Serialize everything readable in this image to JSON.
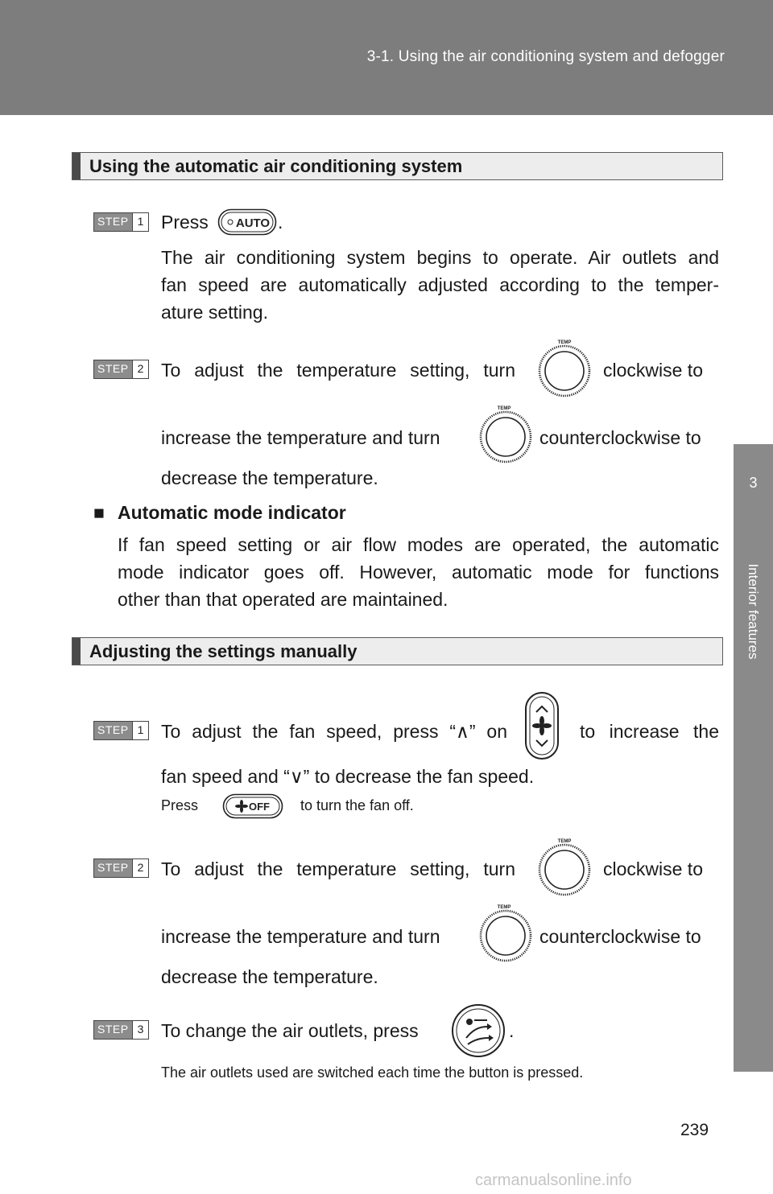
{
  "header": {
    "title": "3-1. Using the air conditioning system and defogger"
  },
  "side_tab": {
    "chapter_number": "3",
    "chapter_label": "Interior features"
  },
  "section1": {
    "title": "Using the automatic air conditioning system",
    "step1": {
      "badge_text": "STEP",
      "badge_num": "1",
      "press": "Press",
      "press_end": ".",
      "button_label": "AUTO",
      "desc": [
        "The air conditioning system begins to operate. Air outlets and",
        "fan speed are automatically adjusted according to the temper-",
        "ature setting."
      ]
    },
    "step2": {
      "badge_text": "STEP",
      "badge_num": "2",
      "line1_a": "To adjust the temperature setting, turn",
      "line1_b": "clockwise to",
      "line2_a": "increase the temperature and turn",
      "line2_b": "counterclockwise to",
      "line3": "decrease the temperature.",
      "knob_label": "TEMP"
    },
    "indicator": {
      "marker": "■",
      "title": "Automatic mode indicator",
      "lines": [
        "If fan speed setting or air flow modes are operated, the automatic",
        "mode indicator goes off. However, automatic mode for functions",
        "other than that operated are maintained."
      ]
    }
  },
  "section2": {
    "title": "Adjusting the settings manually",
    "step1": {
      "badge_text": "STEP",
      "badge_num": "1",
      "line1_a": "To adjust the fan speed, press “∧” on",
      "line1_b": "to increase the",
      "line2": "fan speed and “∨” to decrease the fan speed.",
      "note_a": "Press",
      "note_b": "to turn the fan off.",
      "off_label": "OFF"
    },
    "step2": {
      "badge_text": "STEP",
      "badge_num": "2",
      "line1_a": "To adjust the temperature setting, turn",
      "line1_b": "clockwise to",
      "line2_a": "increase the temperature and turn",
      "line2_b": "counterclockwise to",
      "line3": "decrease the temperature.",
      "knob_label": "TEMP"
    },
    "step3": {
      "badge_text": "STEP",
      "badge_num": "3",
      "line1_a": "To change the air outlets, press",
      "line1_b": ".",
      "note": "The air outlets used are switched each time the button is pressed."
    }
  },
  "page_number": "239",
  "watermark": "carmanualsonline.info"
}
